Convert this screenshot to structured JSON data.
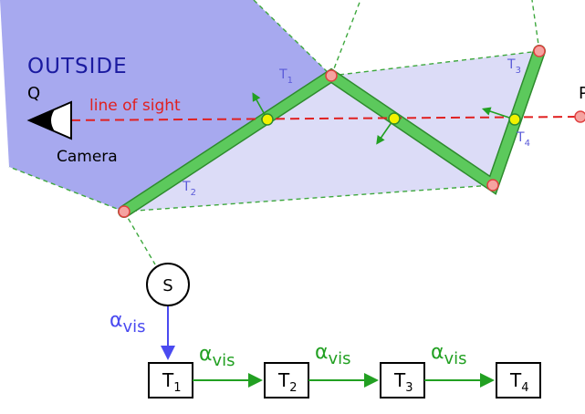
{
  "labels": {
    "outside": "OUTSIDE",
    "q": "Q",
    "p": "P",
    "camera": "Camera",
    "line_of_sight": "line of sight",
    "s": "S",
    "t": "T",
    "alpha": "α",
    "vis": "vis",
    "sub1": "1",
    "sub2": "2",
    "sub3": "3",
    "sub4": "4"
  },
  "colors": {
    "outside_fill": "#a7a9ef",
    "region_fill": "#dcdcf7",
    "edge_green": "#5cc95c",
    "edge_dark": "#2e8b2e",
    "dashed_green": "#3ea83e",
    "line_of_sight": "#e02020",
    "vertex_fill": "#f5a3a0",
    "vertex_stroke": "#e04040",
    "intersection": "#f2f200",
    "label_blue": "#3a3ad0",
    "arrow_blue": "#4a4af0",
    "arrow_green": "#22a022"
  }
}
